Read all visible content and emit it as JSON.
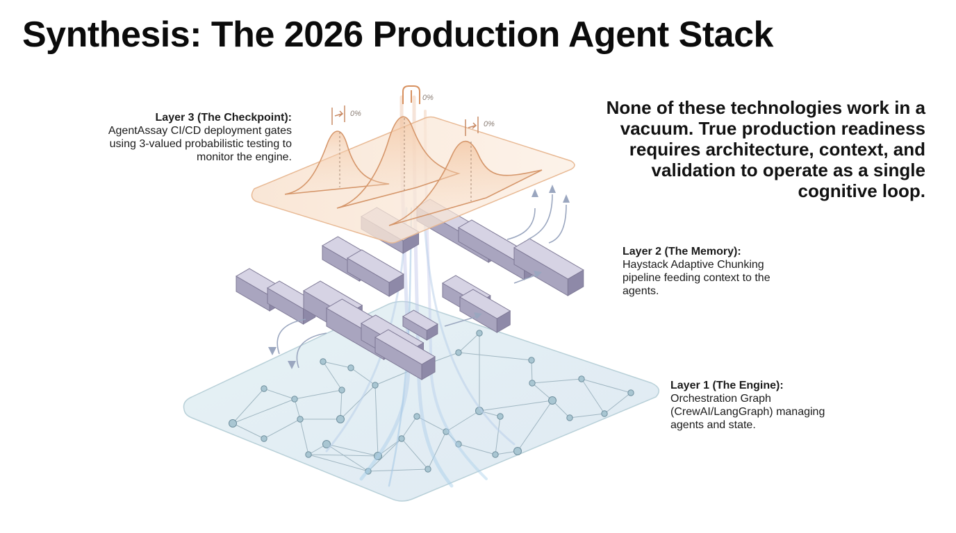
{
  "title": "Synthesis: The 2026 Production Agent Stack",
  "summary": "None of these technologies work in a vacuum. True production readiness requires architecture, context, and validation to operate as a single cognitive loop.",
  "layers": {
    "checkpoint": {
      "heading": "Layer 3 (The Checkpoint):",
      "description": "AgentAssay CI/CD deployment gates using 3-valued probabilistic testing to monitor the engine."
    },
    "memory": {
      "heading": "Layer 2 (The Memory):",
      "description": "Haystack Adaptive Chunking pipeline feeding context to the agents."
    },
    "engine": {
      "heading": "Layer 1 (The Engine):",
      "description": "Orchestration Graph (CrewAI/LangGraph) managing agents and state."
    }
  },
  "gauge_readouts": [
    "0%",
    "0%",
    "0%"
  ],
  "colors": {
    "engine_plate": "#e3eff3",
    "memory_blocks": "#b9b5cc",
    "checkpoint_plate": "#f6dcc6",
    "curve": "#d99a6c",
    "stream": "#9cc3e6"
  },
  "icons": [
    "gauge-icon",
    "node-icon",
    "arrow-icon"
  ]
}
